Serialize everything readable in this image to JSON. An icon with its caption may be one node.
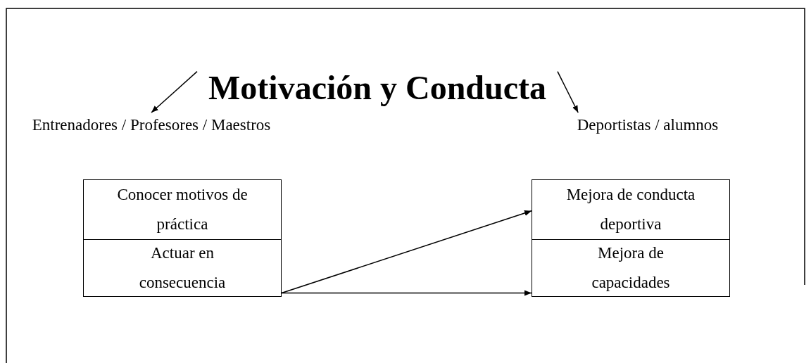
{
  "diagram": {
    "nodes": [
      {
        "text": [
          "Motivación y Conducta"
        ]
      },
      {
        "text": [
          "Entrenadores / Profesores / Maestros"
        ]
      },
      {
        "text": [
          "Deportistas / alumnos"
        ]
      },
      {
        "text": [
          "Conocer motivos de práctica"
        ]
      },
      {
        "text": [
          "Actuar en consecuencia"
        ]
      },
      {
        "text": [
          "Mejora de conducta deportiva"
        ]
      },
      {
        "text": [
          "Mejora de capacidades"
        ]
      }
    ],
    "edges": [
      {
        "from": 0,
        "to": 1,
        "arrow": "to"
      },
      {
        "from": 0,
        "to": 2,
        "arrow": "to"
      },
      {
        "from": 4,
        "to": 5,
        "arrow": "to"
      },
      {
        "from": 4,
        "to": 6,
        "arrow": "to"
      }
    ]
  }
}
